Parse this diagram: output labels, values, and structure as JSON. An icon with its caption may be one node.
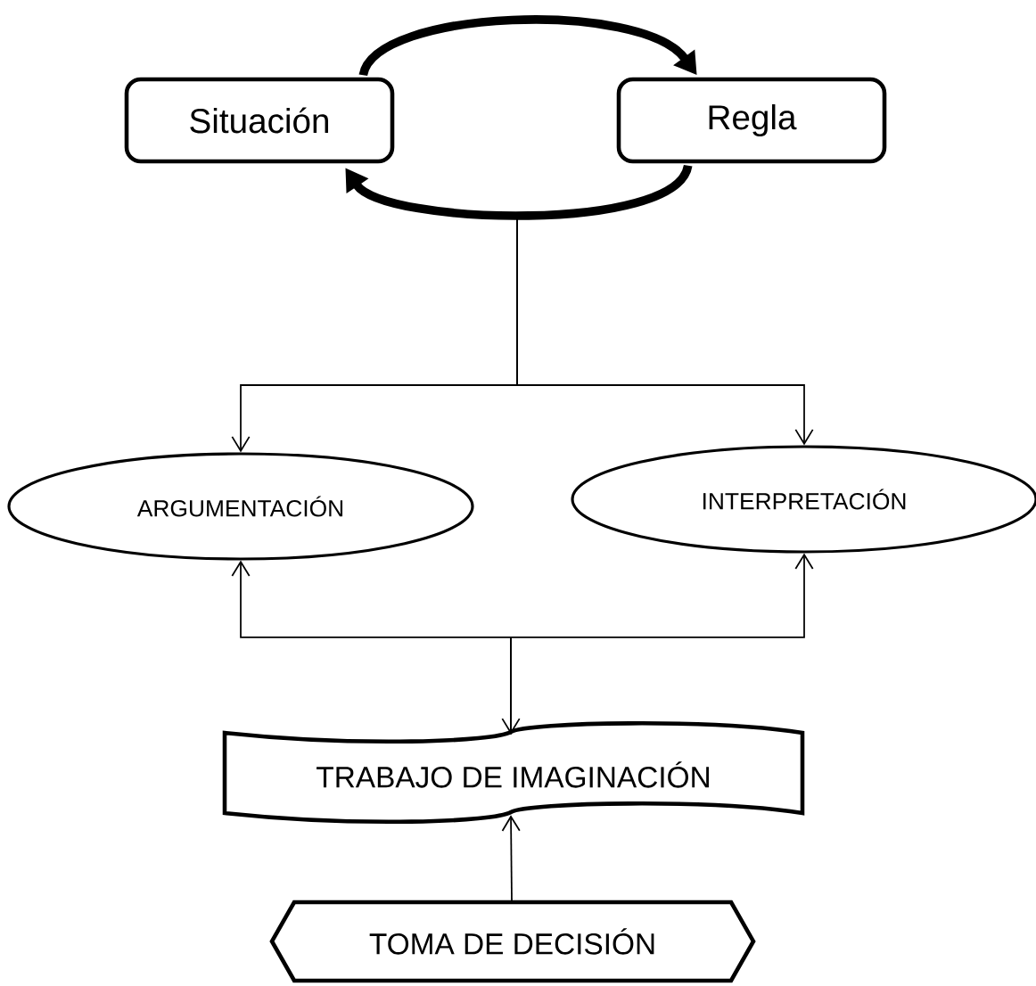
{
  "diagram": {
    "nodes": [
      {
        "text": [
          "Situación"
        ]
      },
      {
        "text": [
          "Regla"
        ]
      },
      {
        "text": [
          "ARGUMENTACIÓN"
        ]
      },
      {
        "text": [
          "INTERPRETACIÓN"
        ]
      },
      {
        "text": [
          "TRABAJO DE IMAGINACIÓN"
        ]
      },
      {
        "text": [
          "TOMA DE DECISIÓN"
        ]
      }
    ],
    "edges": [
      {
        "from": 0,
        "to": 1,
        "arrow": "to",
        "style": "thick"
      },
      {
        "from": 1,
        "to": 0,
        "arrow": "to",
        "style": "thick"
      },
      {
        "from": null,
        "to": 2,
        "arrow": "to"
      },
      {
        "from": null,
        "to": 3,
        "arrow": "to"
      },
      {
        "from": 2,
        "to": 4,
        "arrow": "both"
      },
      {
        "from": 4,
        "to": 3,
        "arrow": "to"
      },
      {
        "from": 5,
        "to": 4,
        "arrow": "to"
      }
    ]
  }
}
